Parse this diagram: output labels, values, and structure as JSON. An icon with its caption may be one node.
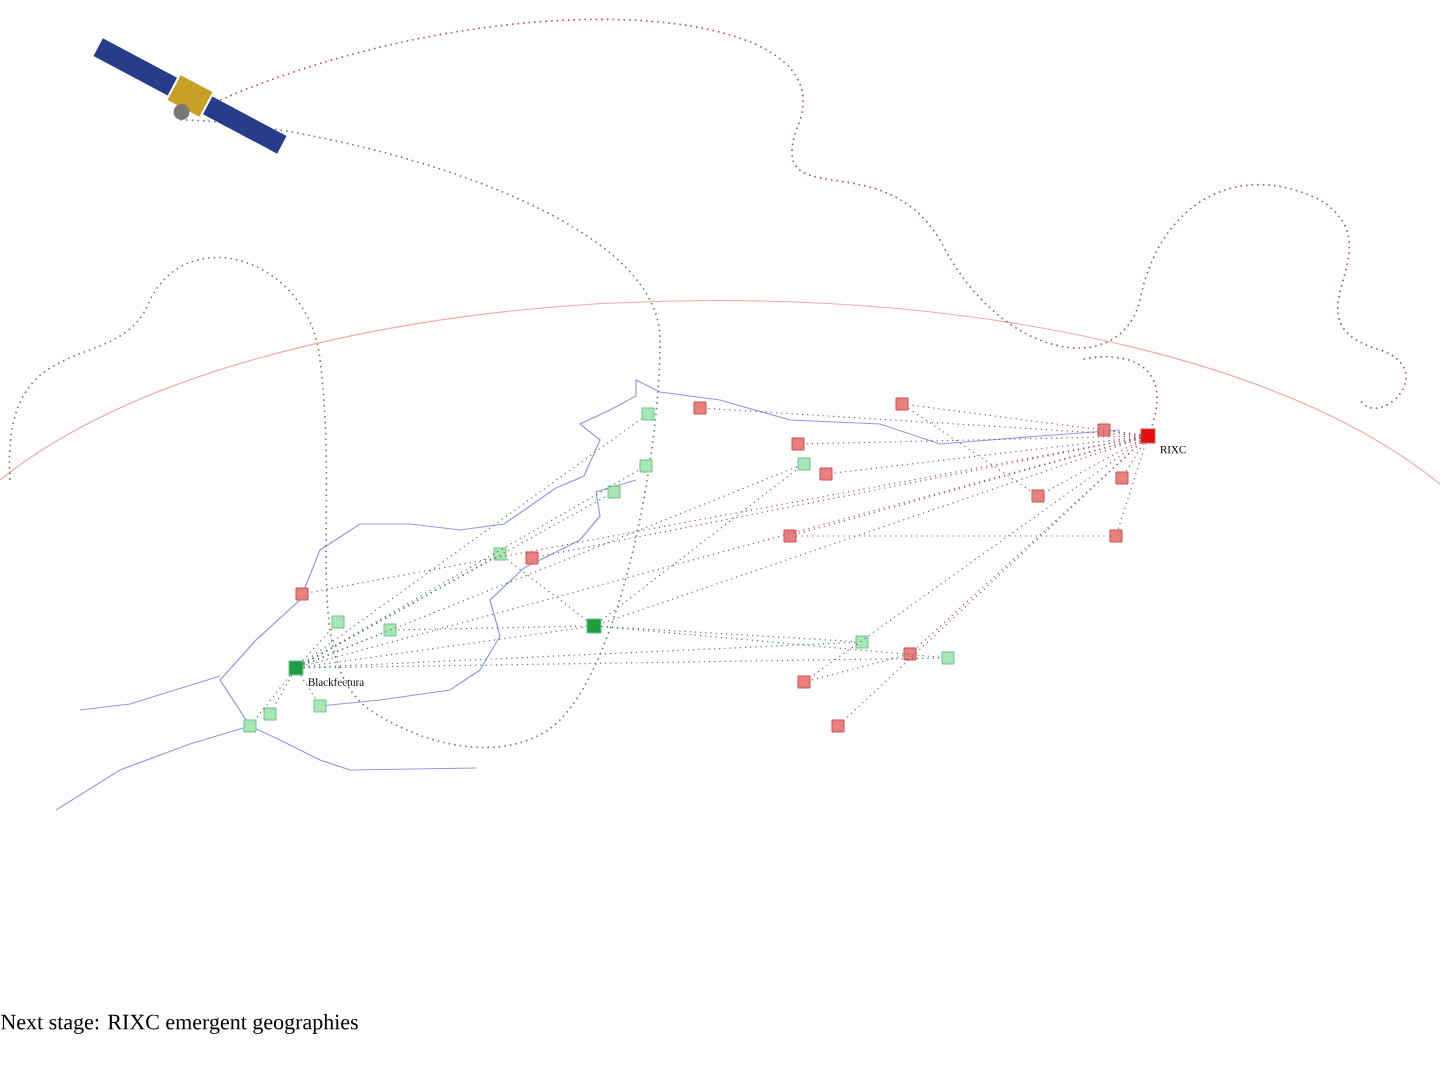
{
  "diagram": {
    "caption": "Next stage: RIXC emergent geographies",
    "nodes": [
      {
        "text": [],
        "shape": "box",
        "beside": [
          "Blackfectura"
        ]
      },
      {
        "text": [],
        "shape": "box",
        "beside": [
          "RIXC"
        ]
      },
      {
        "text": [],
        "shape": "box"
      },
      {
        "text": [],
        "shape": "box"
      },
      {
        "text": [],
        "shape": "box"
      },
      {
        "text": [],
        "shape": "box"
      },
      {
        "text": [],
        "shape": "box"
      },
      {
        "text": [],
        "shape": "box"
      },
      {
        "text": [],
        "shape": "box"
      },
      {
        "text": [],
        "shape": "box"
      },
      {
        "text": [],
        "shape": "box"
      },
      {
        "text": [],
        "shape": "box"
      },
      {
        "text": [],
        "shape": "box"
      },
      {
        "text": [],
        "shape": "box"
      },
      {
        "text": [],
        "shape": "box"
      },
      {
        "text": [],
        "shape": "box"
      },
      {
        "text": [],
        "shape": "box"
      },
      {
        "text": [],
        "shape": "box"
      },
      {
        "text": [],
        "shape": "box"
      },
      {
        "text": [],
        "shape": "box"
      },
      {
        "text": [],
        "shape": "box"
      },
      {
        "text": [],
        "shape": "box"
      },
      {
        "text": [],
        "shape": "box"
      },
      {
        "text": [],
        "shape": "box"
      },
      {
        "text": [],
        "shape": "box"
      },
      {
        "text": [],
        "shape": "box"
      },
      {
        "text": [],
        "shape": "box"
      },
      {
        "text": [],
        "shape": "box"
      },
      {
        "text": [],
        "shape": "box"
      }
    ],
    "edges": [
      {
        "from": 0,
        "to": 2,
        "arrow": "none",
        "color": "#4a7a5a"
      },
      {
        "from": 0,
        "to": 3,
        "arrow": "none",
        "color": "#4a7a5a"
      },
      {
        "from": 0,
        "to": 4,
        "arrow": "none",
        "color": "#4a7a5a"
      },
      {
        "from": 0,
        "to": 5,
        "arrow": "none",
        "color": "#4a7a5a"
      },
      {
        "from": 0,
        "to": 6,
        "arrow": "none",
        "color": "#4a7a5a"
      },
      {
        "from": 0,
        "to": 7,
        "arrow": "none",
        "color": "#4a7a5a"
      },
      {
        "from": 0,
        "to": 8,
        "arrow": "none",
        "color": "#4a7a5a"
      },
      {
        "from": 0,
        "to": 9,
        "arrow": "none",
        "color": "#4a7a5a"
      },
      {
        "from": 0,
        "to": 10,
        "arrow": "none",
        "color": "#4a7a5a"
      },
      {
        "from": 0,
        "to": 11,
        "arrow": "none",
        "color": "#4a7a5a"
      },
      {
        "from": 0,
        "to": 12,
        "arrow": "none",
        "color": "#4a7a5a"
      },
      {
        "from": 0,
        "to": 13,
        "arrow": "none",
        "color": "#4a7a5a"
      },
      {
        "from": 0,
        "to": 14,
        "arrow": "none",
        "color": "#4a7a5a"
      },
      {
        "from": 2,
        "to": 6,
        "arrow": "none",
        "color": "#4a7a5a"
      },
      {
        "from": 2,
        "to": 7,
        "arrow": "none",
        "color": "#4a7a5a"
      },
      {
        "from": 2,
        "to": 13,
        "arrow": "none",
        "color": "#4a7a5a"
      },
      {
        "from": 2,
        "to": 14,
        "arrow": "none",
        "color": "#4a7a5a"
      },
      {
        "from": 2,
        "to": 12,
        "arrow": "none",
        "color": "#4a7a5a"
      },
      {
        "from": 1,
        "to": 0,
        "arrow": "none",
        "color": "#a05060"
      },
      {
        "from": 1,
        "to": 2,
        "arrow": "none",
        "color": "#a05060"
      },
      {
        "from": 1,
        "to": 15,
        "arrow": "none",
        "color": "#a05060"
      },
      {
        "from": 1,
        "to": 16,
        "arrow": "none",
        "color": "#a05060"
      },
      {
        "from": 1,
        "to": 17,
        "arrow": "none",
        "color": "#a05060"
      },
      {
        "from": 1,
        "to": 18,
        "arrow": "none",
        "color": "#a05060"
      },
      {
        "from": 1,
        "to": 19,
        "arrow": "none",
        "color": "#a05060"
      },
      {
        "from": 1,
        "to": 20,
        "arrow": "none",
        "color": "#a05060"
      },
      {
        "from": 1,
        "to": 21,
        "arrow": "none",
        "color": "#a05060"
      },
      {
        "from": 1,
        "to": 22,
        "arrow": "none",
        "color": "#a05060"
      },
      {
        "from": 1,
        "to": 23,
        "arrow": "none",
        "color": "#a05060"
      },
      {
        "from": 1,
        "to": 24,
        "arrow": "none",
        "color": "#a05060"
      },
      {
        "from": 1,
        "to": 25,
        "arrow": "none",
        "color": "#a05060"
      },
      {
        "from": 1,
        "to": 26,
        "arrow": "none",
        "color": "#a05060"
      },
      {
        "from": 1,
        "to": 27,
        "arrow": "none",
        "color": "#a05060"
      },
      {
        "from": 1,
        "to": 28,
        "arrow": "none",
        "color": "#a05060"
      },
      {
        "from": 16,
        "to": 21,
        "arrow": "none",
        "color": "#a05060"
      },
      {
        "from": 23,
        "to": 22,
        "arrow": "none",
        "color": "#a05060"
      },
      {
        "from": 26,
        "to": 27,
        "arrow": "none",
        "color": "#a05060"
      }
    ]
  }
}
